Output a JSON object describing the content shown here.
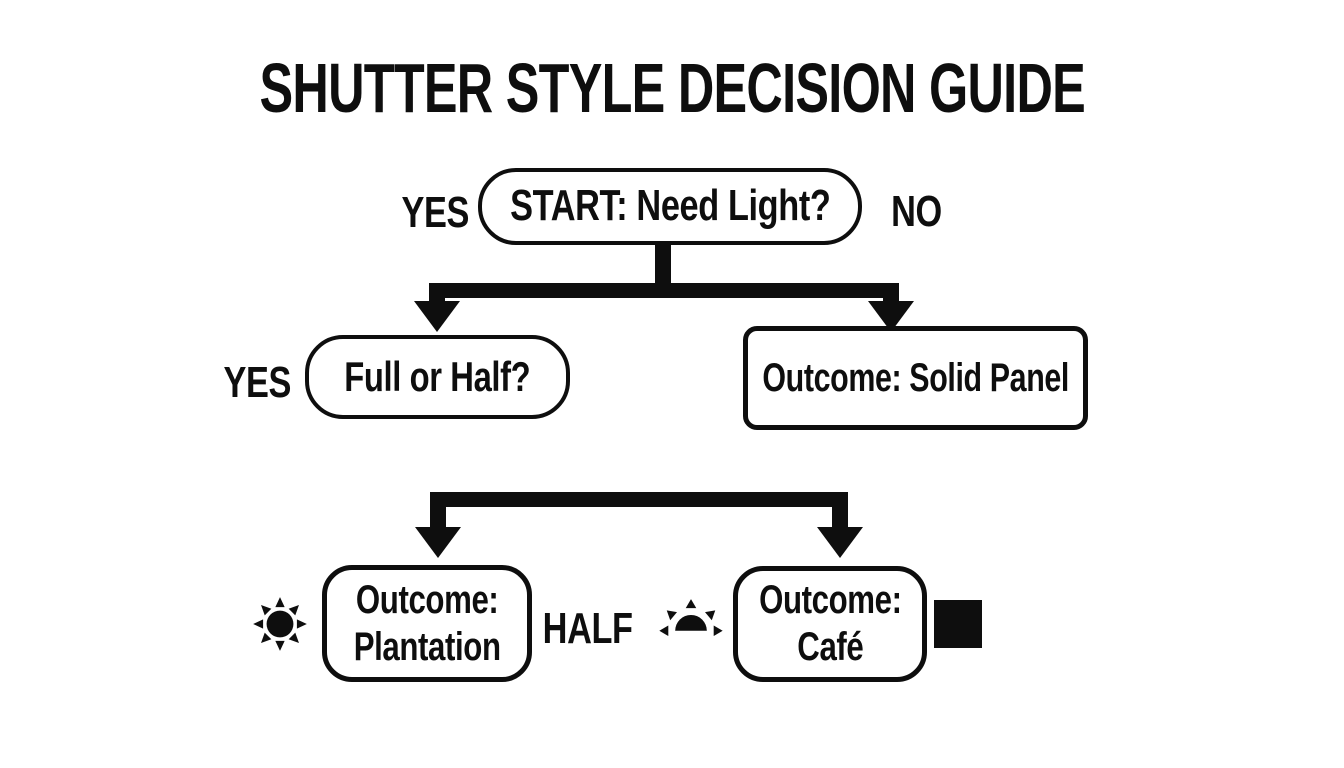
{
  "title": "SHUTTER STYLE DECISION GUIDE",
  "flow": {
    "start": {
      "label": "START: Need Light?",
      "left_branch_label": "YES",
      "right_branch_label": "NO"
    },
    "full_or_half": {
      "label": "Full or Half?",
      "side_label": "YES"
    },
    "solid_panel": {
      "label": "Outcome: Solid Panel"
    },
    "plantation": {
      "line1": "Outcome:",
      "line2": "Plantation",
      "right_label": "HALF"
    },
    "cafe": {
      "line1": "Outcome:",
      "line2": "Café"
    }
  },
  "icons": {
    "full_sun": "sun with 8 rays (full light)",
    "half_sun": "rising half-sun with rays (half light)",
    "solid_square": "solid black square (no light)"
  },
  "colors": {
    "ink": "#0e0e0e",
    "background": "#ffffff"
  }
}
